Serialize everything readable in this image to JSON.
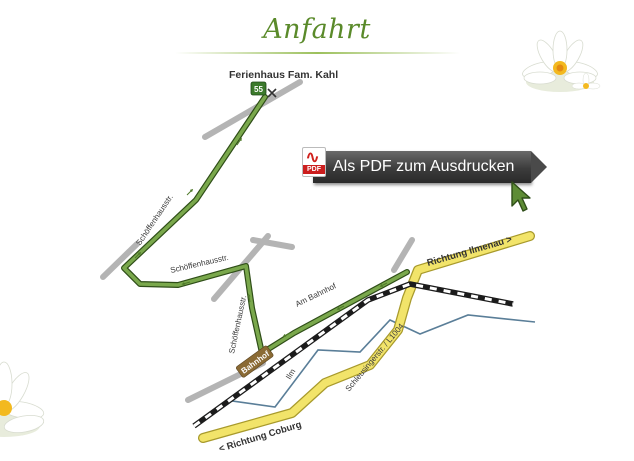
{
  "page": {
    "title": "Anfahrt"
  },
  "destination": {
    "label": "Ferienhaus Fam. Kahl",
    "house_number": "55"
  },
  "streets": {
    "schoeffenhausstr_1": "Schöffenhausstr.",
    "schoeffenhausstr_2": "Schöffenhausstr.",
    "schoeffenhausstr_3": "Schöffenhausstr.",
    "am_bahnhof": "Am Bahnhof",
    "schleusinger": "Schleusingerstr. / L1004",
    "ilm": "Ilm"
  },
  "directions": {
    "ilmenau": "Richtung Ilmenau >",
    "coburg": "< Richtung Coburg"
  },
  "station": {
    "label": "Bahnhof"
  },
  "pdf_button": {
    "label": "Als PDF zum Ausdrucken",
    "icon_tag": "PDF"
  },
  "colors": {
    "route_green": "#5e8c35",
    "main_road_yellow": "#f2e46a",
    "river_blue": "#5a7e98",
    "side_road_gray": "#b4b4b4",
    "title_green": "#5a8a2a",
    "station_brown": "#8a6a34"
  },
  "icons": {
    "pdf": "pdf-icon",
    "cursor": "mouse-pointer-icon",
    "flower": "water-lily-icon"
  }
}
